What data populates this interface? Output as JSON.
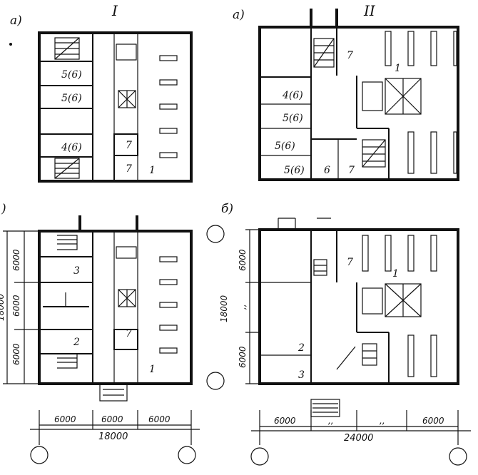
{
  "column_headers": {
    "left": "I",
    "right": "II"
  },
  "plans": {
    "top_left": {
      "variant": "а)",
      "rooms": [
        "5(6)",
        "5(6)",
        "4(6)",
        "7",
        "7",
        "1"
      ]
    },
    "top_right": {
      "variant": "а)",
      "rooms": [
        "7",
        "1",
        "4(6)",
        "5(6)",
        "5(6)",
        "5(6)",
        "6",
        "7"
      ]
    },
    "bottom_left": {
      "variant": ")",
      "rooms": [
        "3",
        "2",
        "7",
        "1"
      ],
      "dims_vertical": [
        "6000",
        "6000",
        "6000"
      ],
      "overall_vertical": "18000",
      "dims_horizontal": [
        "6000",
        "6000",
        "6000"
      ],
      "overall_horizontal": "18000"
    },
    "bottom_right": {
      "variant": "б)",
      "rooms": [
        "7",
        "1",
        "2",
        "3"
      ],
      "dims_vertical": [
        "6000",
        ",,",
        "6000"
      ],
      "overall_vertical": "18000",
      "dims_horizontal": [
        "6000",
        ",,",
        ",,",
        "6000"
      ],
      "overall_horizontal": "24000"
    }
  },
  "colors": {
    "ink": "#111111",
    "paper": "#ffffff"
  }
}
